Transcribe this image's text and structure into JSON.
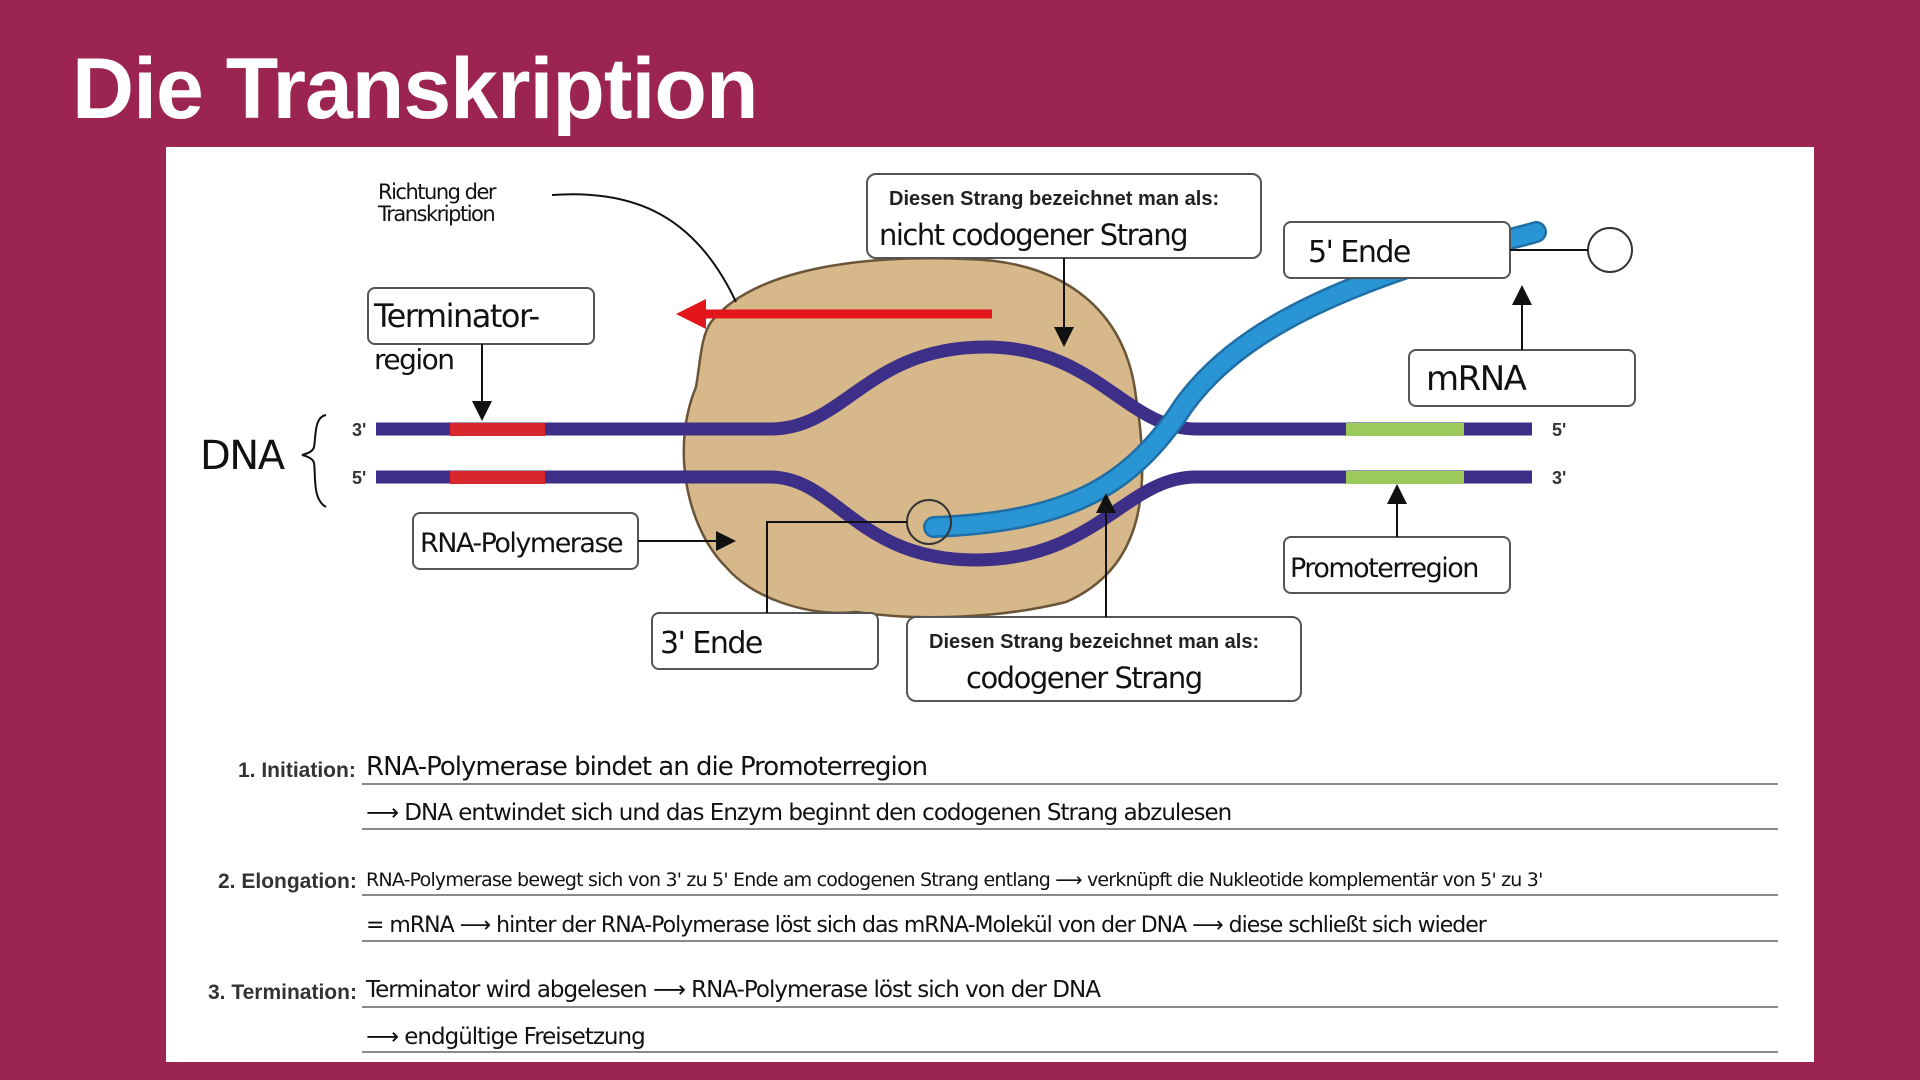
{
  "title": "Die Transkription",
  "colors": {
    "background": "#9b2550",
    "dna_strand": "#3d2f87",
    "terminator_region": "#d9272e",
    "promoter_region": "#9bc95b",
    "mrna": "#2a95d4",
    "polymerase": "#d7b88a",
    "direction_arrow": "#e3161b"
  },
  "diagram": {
    "direction_label_line1": "Richtung der",
    "direction_label_line2": "Transkription",
    "terminator_label_line1": "Terminator-",
    "terminator_label_line2": "region",
    "dna_label": "DNA",
    "top_strand_left_end": "3'",
    "top_strand_right_end": "5'",
    "bottom_strand_left_end": "5'",
    "bottom_strand_right_end": "3'",
    "noncoding_box_heading": "Diesen Strang bezeichnet man als:",
    "noncoding_box_answer": "nicht codogener Strang",
    "five_prime_label": "5' Ende",
    "mrna_label": "mRNA",
    "polymerase_label": "RNA-Polymerase",
    "three_prime_label": "3' Ende",
    "coding_box_heading": "Diesen Strang bezeichnet man als:",
    "coding_box_answer": "codogener Strang",
    "promoter_label": "Promoterregion"
  },
  "steps": [
    {
      "label": "1. Initiation:",
      "lines": [
        "RNA-Polymerase bindet an die Promoterregion",
        "⟶ DNA entwindet sich und das Enzym beginnt den codogenen Strang abzulesen"
      ]
    },
    {
      "label": "2. Elongation:",
      "lines": [
        "RNA-Polymerase bewegt sich von 3' zu 5' Ende am codogenen Strang entlang ⟶ verknüpft die Nukleotide komplementär von 5' zu 3'",
        "= mRNA ⟶ hinter der RNA-Polymerase löst sich das mRNA-Molekül von der DNA ⟶ diese schließt sich wieder"
      ]
    },
    {
      "label": "3. Termination:",
      "lines": [
        "Terminator wird abgelesen ⟶ RNA-Polymerase löst sich von der DNA",
        "⟶ endgültige Freisetzung"
      ]
    }
  ]
}
